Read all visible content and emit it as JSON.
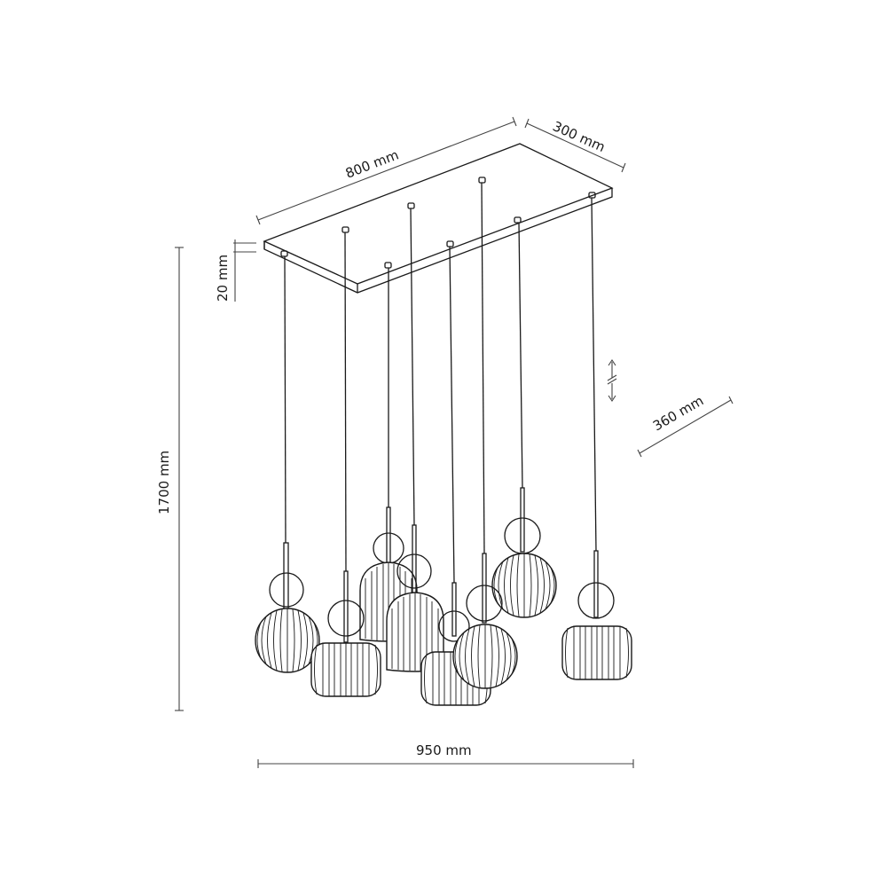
{
  "diagram": {
    "subject": "Rectangular canopy pendant lamp with 8 ribbed glass shades",
    "dimensions": {
      "canopy_length": "800 mm",
      "canopy_width": "300 mm",
      "canopy_height": "20 mm",
      "total_height": "1700 mm",
      "shade_spread_depth": "360 mm",
      "total_width": "950 mm"
    },
    "adjustable_height_icon": "double-arrow-break-icon",
    "pendant_count": 8,
    "colors": {
      "line": "#1a1a1a",
      "dimension_line": "#444444",
      "background": "#ffffff"
    }
  }
}
